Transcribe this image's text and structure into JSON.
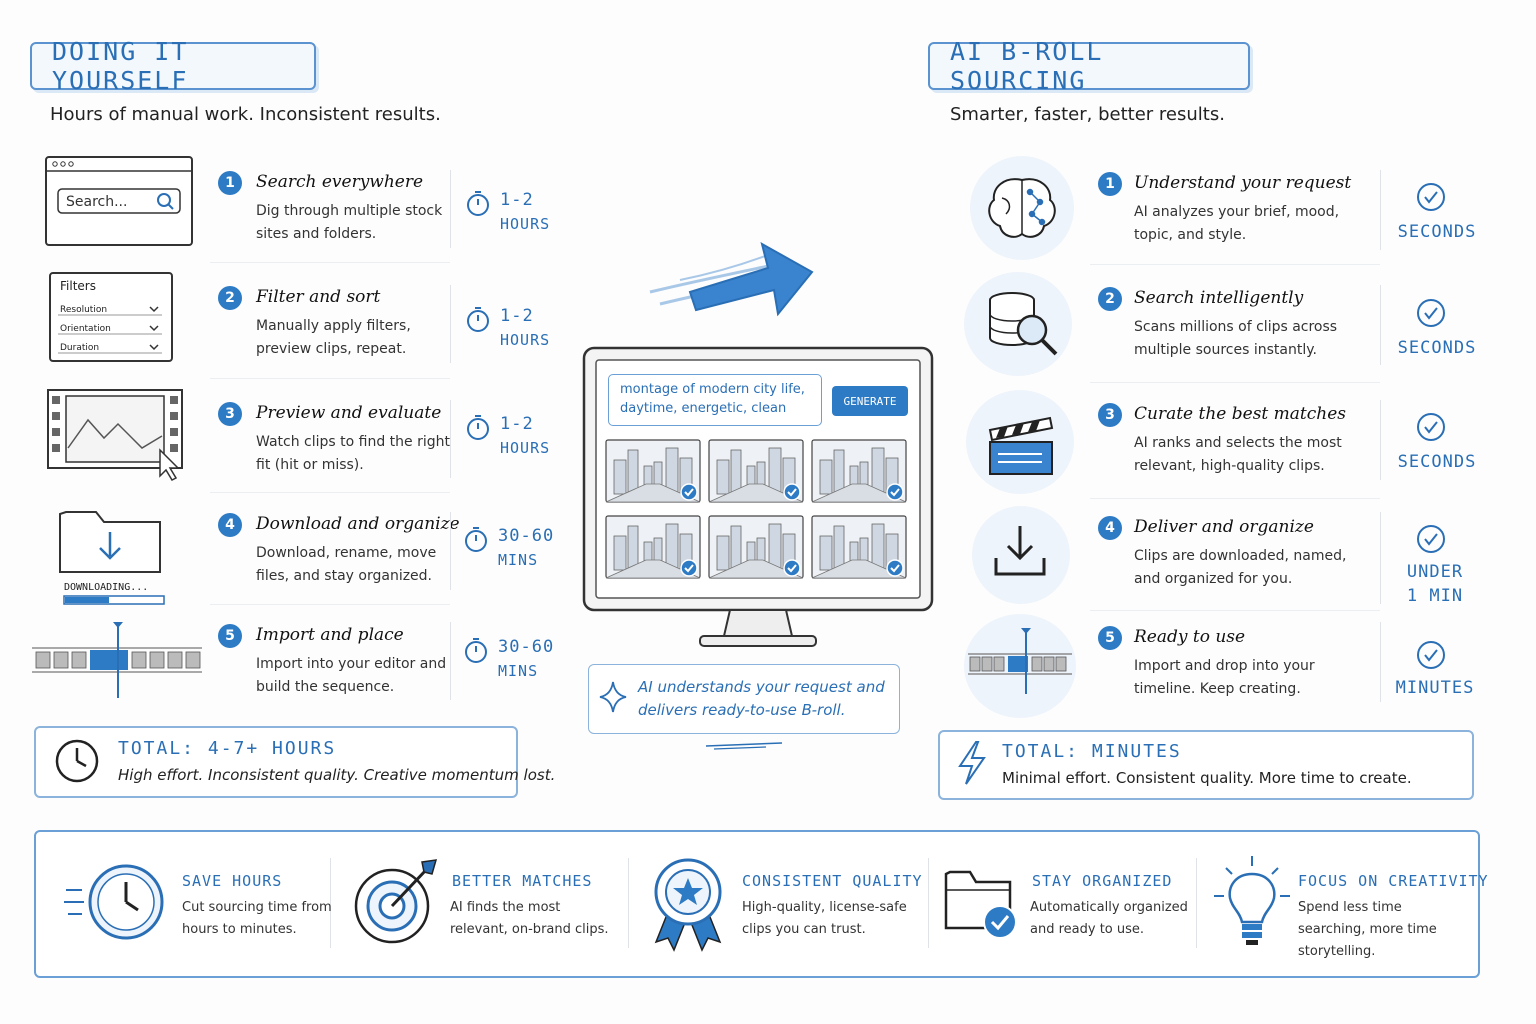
{
  "left": {
    "title": "DOING IT YOURSELF",
    "subtitle": "Hours of manual work. Inconsistent results.",
    "search_placeholder": "Search...",
    "filters": {
      "title": "Filters",
      "options": [
        "Resolution",
        "Orientation",
        "Duration"
      ]
    },
    "download_label": "DOWNLOADING...",
    "steps": [
      {
        "num": "1",
        "title": "Search everywhere",
        "desc": "Dig through multiple stock sites and folders.",
        "time": [
          "1-2",
          "HOURS"
        ]
      },
      {
        "num": "2",
        "title": "Filter and sort",
        "desc": "Manually apply filters, preview clips, repeat.",
        "time": [
          "1-2",
          "HOURS"
        ]
      },
      {
        "num": "3",
        "title": "Preview and evaluate",
        "desc": "Watch clips to find the right fit (hit or miss).",
        "time": [
          "1-2",
          "HOURS"
        ]
      },
      {
        "num": "4",
        "title": "Download and organize",
        "desc": "Download, rename, move files, and stay organized.",
        "time": [
          "30-60",
          "MINS"
        ]
      },
      {
        "num": "5",
        "title": "Import and place",
        "desc": "Import into your editor and build the sequence.",
        "time": [
          "30-60",
          "MINS"
        ]
      }
    ],
    "total": {
      "title": "TOTAL: 4-7+ HOURS",
      "desc": "High effort. Inconsistent quality. Creative momentum lost."
    }
  },
  "center": {
    "prompt": "montage of modern city life, daytime, energetic, clean",
    "generate_label": "GENERATE",
    "caption": "AI understands your request and delivers ready-to-use B-roll."
  },
  "right": {
    "title": "AI B-ROLL SOURCING",
    "subtitle": "Smarter, faster, better results.",
    "steps": [
      {
        "num": "1",
        "title": "Understand your request",
        "desc": "AI analyzes your brief, mood, topic, and style.",
        "time": [
          "SECONDS"
        ],
        "icon": "brain-icon"
      },
      {
        "num": "2",
        "title": "Search intelligently",
        "desc": "Scans millions of clips across multiple sources instantly.",
        "time": [
          "SECONDS"
        ],
        "icon": "database-search-icon"
      },
      {
        "num": "3",
        "title": "Curate the best matches",
        "desc": "AI ranks and selects the most relevant, high-quality clips.",
        "time": [
          "SECONDS"
        ],
        "icon": "clapperboard-icon"
      },
      {
        "num": "4",
        "title": "Deliver and organize",
        "desc": "Clips are downloaded, named, and organized for you.",
        "time": [
          "UNDER",
          "1 MIN"
        ],
        "icon": "download-icon"
      },
      {
        "num": "5",
        "title": "Ready to use",
        "desc": "Import and drop into your timeline. Keep creating.",
        "time": [
          "MINUTES"
        ],
        "icon": "timeline-icon"
      }
    ],
    "total": {
      "title": "TOTAL: MINUTES",
      "desc": "Minimal effort. Consistent quality. More time to create."
    }
  },
  "benefits": [
    {
      "title": "SAVE HOURS",
      "desc": "Cut sourcing time from hours to minutes.",
      "icon": "clock-icon"
    },
    {
      "title": "BETTER MATCHES",
      "desc": "AI finds the most relevant, on-brand clips.",
      "icon": "target-icon"
    },
    {
      "title": "CONSISTENT QUALITY",
      "desc": "High-quality, license-safe clips you can trust.",
      "icon": "award-ribbon-icon"
    },
    {
      "title": "STAY ORGANIZED",
      "desc": "Automatically organized and ready to use.",
      "icon": "folder-check-icon"
    },
    {
      "title": "FOCUS ON CREATIVITY",
      "desc": "Spend less time searching, more time storytelling.",
      "icon": "lightbulb-icon"
    }
  ],
  "colors": {
    "accent": "#2a6fb5",
    "accent_fill": "#2d7bc4",
    "light": "#eef4fb"
  }
}
